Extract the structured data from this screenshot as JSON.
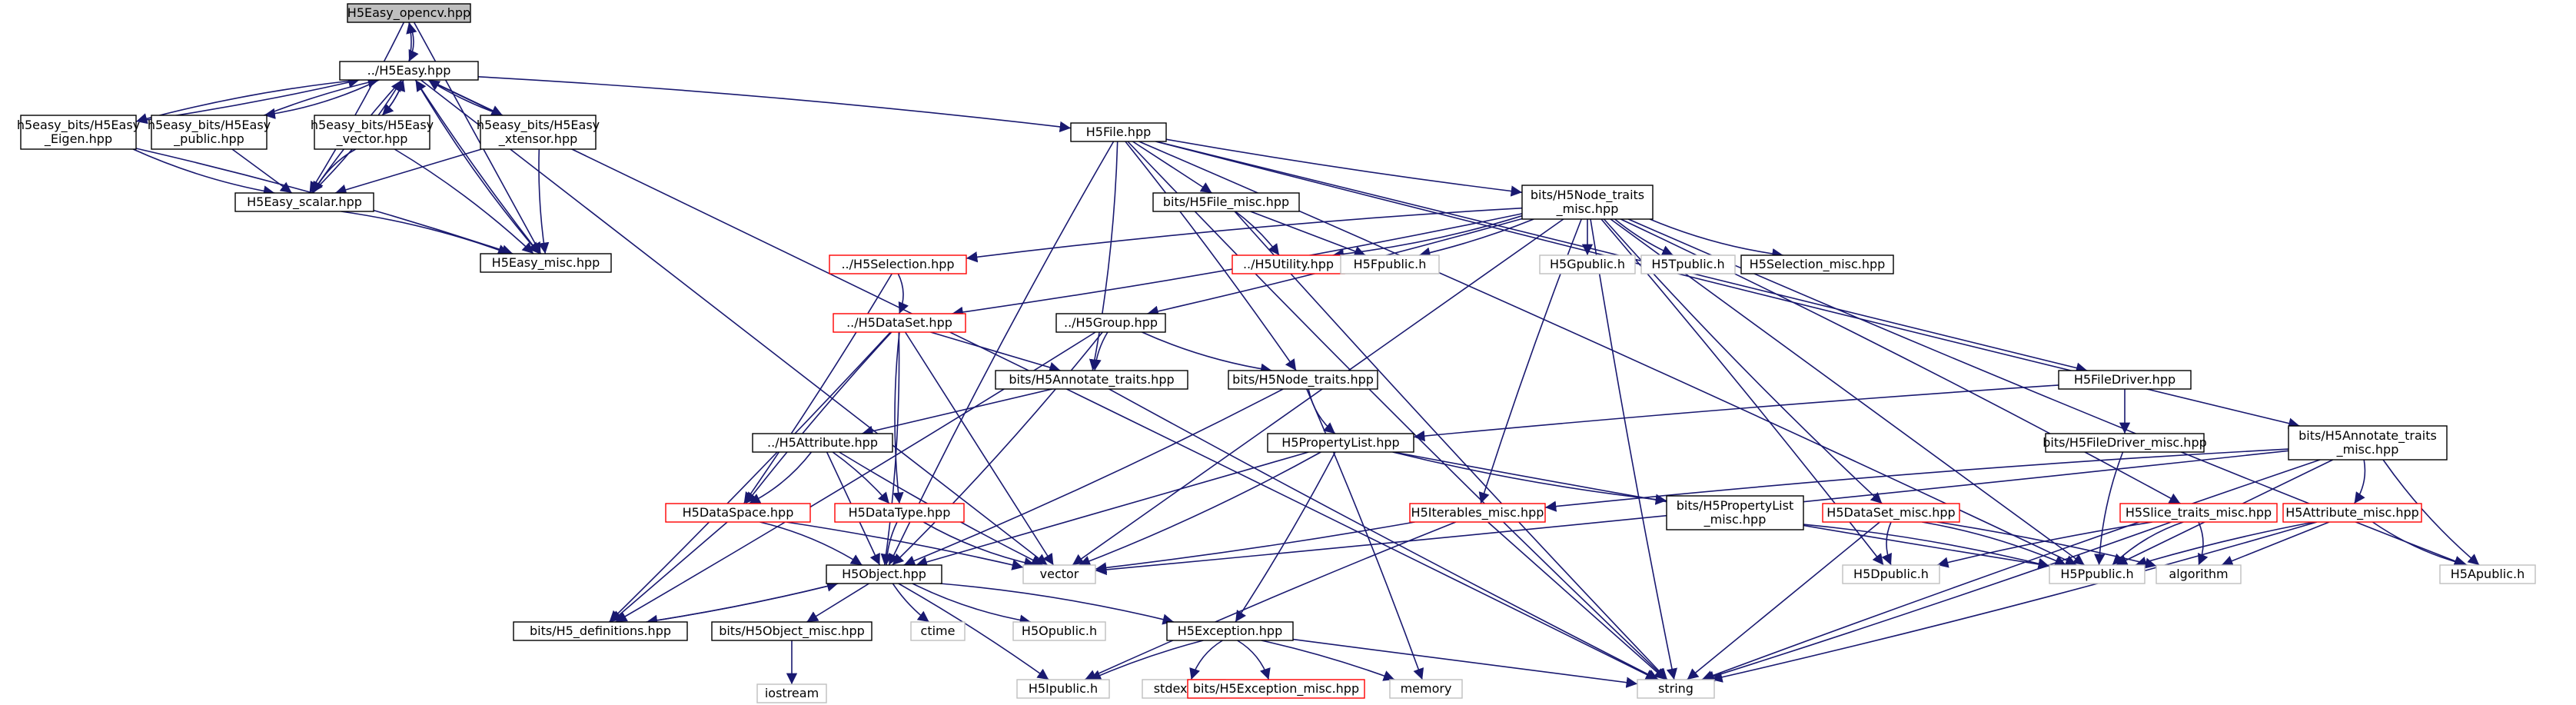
{
  "nodes": {
    "root": {
      "label": "H5Easy_opencv.hpp",
      "kind": "root"
    },
    "h5easy": {
      "label": "../H5Easy.hpp",
      "kind": "normal"
    },
    "eigen": {
      "lines": [
        "h5easy_bits/H5Easy",
        "_Eigen.hpp"
      ],
      "kind": "normal"
    },
    "pub": {
      "lines": [
        "h5easy_bits/H5Easy",
        "_public.hpp"
      ],
      "kind": "normal"
    },
    "vec": {
      "lines": [
        "h5easy_bits/H5Easy",
        "_vector.hpp"
      ],
      "kind": "normal"
    },
    "xt": {
      "lines": [
        "h5easy_bits/H5Easy",
        "_xtensor.hpp"
      ],
      "kind": "normal"
    },
    "scalar": {
      "label": "H5Easy_scalar.hpp",
      "kind": "normal"
    },
    "misc": {
      "label": "H5Easy_misc.hpp",
      "kind": "normal"
    },
    "h5file": {
      "label": "H5File.hpp",
      "kind": "normal"
    },
    "filemisc": {
      "label": "bits/H5File_misc.hpp",
      "kind": "normal"
    },
    "nodetraitsmisc": {
      "lines": [
        "bits/H5Node_traits",
        "_misc.hpp"
      ],
      "kind": "normal"
    },
    "h5sel": {
      "label": "../H5Selection.hpp",
      "kind": "red"
    },
    "h5util": {
      "label": "../H5Utility.hpp",
      "kind": "red"
    },
    "h5fpub": {
      "label": "H5Fpublic.h",
      "kind": "gray"
    },
    "h5gpub": {
      "label": "H5Gpublic.h",
      "kind": "gray"
    },
    "h5tpub": {
      "label": "H5Tpublic.h",
      "kind": "gray"
    },
    "selmisc": {
      "label": "H5Selection_misc.hpp",
      "kind": "normal"
    },
    "h5dataset": {
      "label": "../H5DataSet.hpp",
      "kind": "red"
    },
    "h5group": {
      "label": "../H5Group.hpp",
      "kind": "normal"
    },
    "annot": {
      "label": "bits/H5Annotate_traits.hpp",
      "kind": "normal"
    },
    "nodetraits": {
      "label": "bits/H5Node_traits.hpp",
      "kind": "normal"
    },
    "filedriver": {
      "label": "H5FileDriver.hpp",
      "kind": "normal"
    },
    "filedrivermisc": {
      "label": "bits/H5FileDriver_misc.hpp",
      "kind": "normal"
    },
    "h5attr": {
      "label": "../H5Attribute.hpp",
      "kind": "normal"
    },
    "proplist": {
      "label": "H5PropertyList.hpp",
      "kind": "normal"
    },
    "annotmisc": {
      "lines": [
        "bits/H5Annotate_traits",
        "_misc.hpp"
      ],
      "kind": "normal"
    },
    "dataspace": {
      "label": "H5DataSpace.hpp",
      "kind": "red"
    },
    "datatype": {
      "label": "H5DataType.hpp",
      "kind": "red"
    },
    "proplistmisc": {
      "lines": [
        "bits/H5PropertyList",
        "_misc.hpp"
      ],
      "kind": "normal"
    },
    "iterables": {
      "label": "H5Iterables_misc.hpp",
      "kind": "red"
    },
    "datasetmisc": {
      "label": "H5DataSet_misc.hpp",
      "kind": "red"
    },
    "slicemisc": {
      "label": "H5Slice_traits_misc.hpp",
      "kind": "red"
    },
    "attrmisc": {
      "label": "H5Attribute_misc.hpp",
      "kind": "red"
    },
    "vector": {
      "label": "vector",
      "kind": "gray"
    },
    "h5dpub": {
      "label": "H5Dpublic.h",
      "kind": "gray"
    },
    "h5ppub": {
      "label": "H5Ppublic.h",
      "kind": "gray"
    },
    "algorithm": {
      "label": "algorithm",
      "kind": "gray"
    },
    "h5apub": {
      "label": "H5Apublic.h",
      "kind": "gray"
    },
    "h5object": {
      "label": "H5Object.hpp",
      "kind": "normal"
    },
    "h5defs": {
      "label": "bits/H5_definitions.hpp",
      "kind": "normal"
    },
    "objmisc": {
      "label": "bits/H5Object_misc.hpp",
      "kind": "normal"
    },
    "ctime": {
      "label": "ctime",
      "kind": "gray"
    },
    "h5opub": {
      "label": "H5Opublic.h",
      "kind": "gray"
    },
    "h5exc": {
      "label": "H5Exception.hpp",
      "kind": "normal"
    },
    "iostream": {
      "label": "iostream",
      "kind": "gray"
    },
    "h5ipub": {
      "label": "H5Ipublic.h",
      "kind": "gray"
    },
    "stdexcept": {
      "label": "stdexcept",
      "kind": "gray"
    },
    "excmisc": {
      "label": "bits/H5Exception_misc.hpp",
      "kind": "red"
    },
    "memory": {
      "label": "memory",
      "kind": "gray"
    },
    "string": {
      "label": "string",
      "kind": "gray"
    }
  },
  "edges": [
    [
      "root",
      "h5easy"
    ],
    [
      "root",
      "scalar"
    ],
    [
      "root",
      "misc"
    ],
    [
      "h5easy",
      "root"
    ],
    [
      "h5easy",
      "eigen"
    ],
    [
      "h5easy",
      "pub"
    ],
    [
      "h5easy",
      "vec"
    ],
    [
      "h5easy",
      "xt"
    ],
    [
      "h5easy",
      "scalar"
    ],
    [
      "h5easy",
      "misc"
    ],
    [
      "h5easy",
      "h5file"
    ],
    [
      "h5easy",
      "string"
    ],
    [
      "h5easy",
      "vector"
    ],
    [
      "eigen",
      "h5easy"
    ],
    [
      "eigen",
      "scalar"
    ],
    [
      "eigen",
      "misc"
    ],
    [
      "pub",
      "h5easy"
    ],
    [
      "pub",
      "scalar"
    ],
    [
      "vec",
      "h5easy"
    ],
    [
      "vec",
      "scalar"
    ],
    [
      "vec",
      "misc"
    ],
    [
      "xt",
      "h5easy"
    ],
    [
      "xt",
      "scalar"
    ],
    [
      "xt",
      "misc"
    ],
    [
      "scalar",
      "h5easy"
    ],
    [
      "scalar",
      "misc"
    ],
    [
      "misc",
      "h5easy"
    ],
    [
      "h5file",
      "filemisc"
    ],
    [
      "h5file",
      "nodetraitsmisc"
    ],
    [
      "h5file",
      "h5object"
    ],
    [
      "h5file",
      "annot"
    ],
    [
      "h5file",
      "nodetraits"
    ],
    [
      "h5file",
      "filedriver"
    ],
    [
      "h5file",
      "annotmisc"
    ],
    [
      "h5file",
      "string"
    ],
    [
      "h5file",
      "h5ppub"
    ],
    [
      "filemisc",
      "h5util"
    ],
    [
      "filemisc",
      "h5fpub"
    ],
    [
      "filemisc",
      "string"
    ],
    [
      "nodetraitsmisc",
      "h5sel"
    ],
    [
      "nodetraitsmisc",
      "h5util"
    ],
    [
      "nodetraitsmisc",
      "h5fpub"
    ],
    [
      "nodetraitsmisc",
      "h5gpub"
    ],
    [
      "nodetraitsmisc",
      "h5tpub"
    ],
    [
      "nodetraitsmisc",
      "selmisc"
    ],
    [
      "nodetraitsmisc",
      "h5dataset"
    ],
    [
      "nodetraitsmisc",
      "h5group"
    ],
    [
      "nodetraitsmisc",
      "vector"
    ],
    [
      "nodetraitsmisc",
      "iterables"
    ],
    [
      "nodetraitsmisc",
      "datasetmisc"
    ],
    [
      "nodetraitsmisc",
      "slicemisc"
    ],
    [
      "nodetraitsmisc",
      "h5dpub"
    ],
    [
      "nodetraitsmisc",
      "h5ppub"
    ],
    [
      "nodetraitsmisc",
      "string"
    ],
    [
      "nodetraitsmisc",
      "h5apub"
    ],
    [
      "h5sel",
      "h5dataset"
    ],
    [
      "h5sel",
      "dataspace"
    ],
    [
      "h5dataset",
      "annot"
    ],
    [
      "h5dataset",
      "dataspace"
    ],
    [
      "h5dataset",
      "datatype"
    ],
    [
      "h5dataset",
      "h5object"
    ],
    [
      "h5dataset",
      "h5defs"
    ],
    [
      "h5dataset",
      "vector"
    ],
    [
      "h5group",
      "annot"
    ],
    [
      "h5group",
      "nodetraits"
    ],
    [
      "h5group",
      "h5object"
    ],
    [
      "h5group",
      "h5defs"
    ],
    [
      "annot",
      "h5attr"
    ],
    [
      "annot",
      "string"
    ],
    [
      "nodetraits",
      "proplist"
    ],
    [
      "nodetraits",
      "h5object"
    ],
    [
      "nodetraits",
      "memory"
    ],
    [
      "filedriver",
      "filedrivermisc"
    ],
    [
      "filedriver",
      "proplist"
    ],
    [
      "filedrivermisc",
      "h5ppub"
    ],
    [
      "h5attr",
      "dataspace"
    ],
    [
      "h5attr",
      "datatype"
    ],
    [
      "h5attr",
      "h5object"
    ],
    [
      "h5attr",
      "vector"
    ],
    [
      "proplist",
      "proplistmisc"
    ],
    [
      "proplist",
      "vector"
    ],
    [
      "proplist",
      "h5exc"
    ],
    [
      "proplist",
      "h5object"
    ],
    [
      "proplist",
      "h5ppub"
    ],
    [
      "annotmisc",
      "iterables"
    ],
    [
      "annotmisc",
      "attrmisc"
    ],
    [
      "annotmisc",
      "vector"
    ],
    [
      "annotmisc",
      "h5ppub"
    ],
    [
      "annotmisc",
      "string"
    ],
    [
      "annotmisc",
      "h5apub"
    ],
    [
      "dataspace",
      "h5object"
    ],
    [
      "dataspace",
      "vector"
    ],
    [
      "dataspace",
      "h5defs"
    ],
    [
      "datatype",
      "h5object"
    ],
    [
      "datatype",
      "vector"
    ],
    [
      "proplistmisc",
      "h5ppub"
    ],
    [
      "iterables",
      "vector"
    ],
    [
      "iterables",
      "string"
    ],
    [
      "iterables",
      "h5ipub"
    ],
    [
      "datasetmisc",
      "h5dpub"
    ],
    [
      "datasetmisc",
      "h5ppub"
    ],
    [
      "datasetmisc",
      "algorithm"
    ],
    [
      "datasetmisc",
      "string"
    ],
    [
      "slicemisc",
      "h5dpub"
    ],
    [
      "slicemisc",
      "h5ppub"
    ],
    [
      "slicemisc",
      "algorithm"
    ],
    [
      "slicemisc",
      "string"
    ],
    [
      "attrmisc",
      "algorithm"
    ],
    [
      "attrmisc",
      "h5ppub"
    ],
    [
      "attrmisc",
      "h5apub"
    ],
    [
      "attrmisc",
      "string"
    ],
    [
      "h5object",
      "h5defs"
    ],
    [
      "h5object",
      "objmisc"
    ],
    [
      "h5object",
      "ctime"
    ],
    [
      "h5object",
      "h5opub"
    ],
    [
      "h5object",
      "h5exc"
    ],
    [
      "h5object",
      "h5ipub"
    ],
    [
      "objmisc",
      "iostream"
    ],
    [
      "h5exc",
      "h5ipub"
    ],
    [
      "h5exc",
      "stdexcept"
    ],
    [
      "h5exc",
      "excmisc"
    ],
    [
      "h5exc",
      "memory"
    ],
    [
      "h5exc",
      "string"
    ],
    [
      "h5defs",
      "h5object"
    ]
  ],
  "colors": {
    "edge": "#191970",
    "border_normal": "#000000",
    "border_red": "#ff0000",
    "border_gray": "#bfbfbf",
    "root_fill": "#bfbfbf",
    "text_normal": "#000000",
    "text_gray": "#000000"
  }
}
